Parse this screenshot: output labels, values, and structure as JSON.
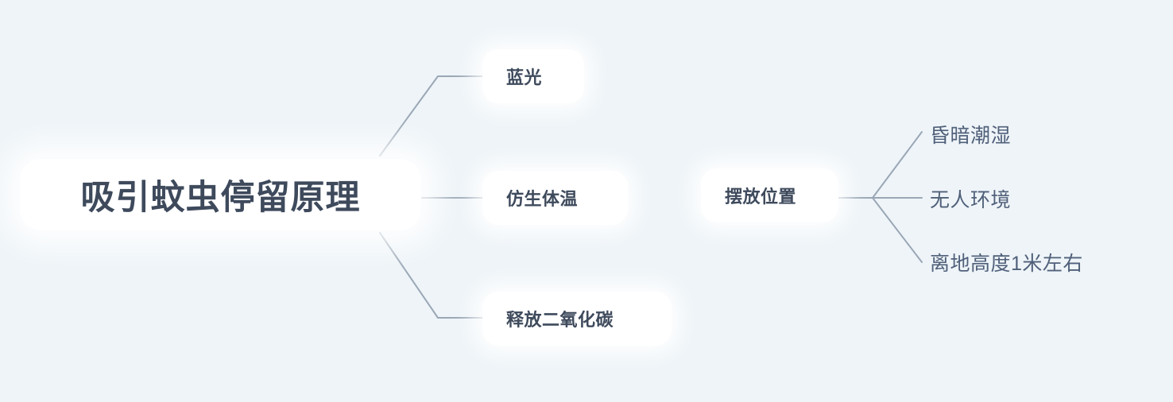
{
  "canvas": {
    "background_color": "#eef4f8",
    "line_color": "#9aa7b5",
    "node_fill": "#ffffff",
    "node_text_color": "#3e4a5c",
    "leaf_text_color": "#50607a"
  },
  "mindmap": {
    "root": {
      "label": "吸引蚊虫停留原理",
      "children": [
        {
          "label": "蓝光"
        },
        {
          "label": "仿生体温"
        },
        {
          "label": "释放二氧化碳"
        }
      ]
    },
    "secondary": {
      "label": "摆放位置",
      "children": [
        {
          "label": "昏暗潮湿"
        },
        {
          "label": "无人环境"
        },
        {
          "label": "离地高度1米左右"
        }
      ]
    }
  }
}
